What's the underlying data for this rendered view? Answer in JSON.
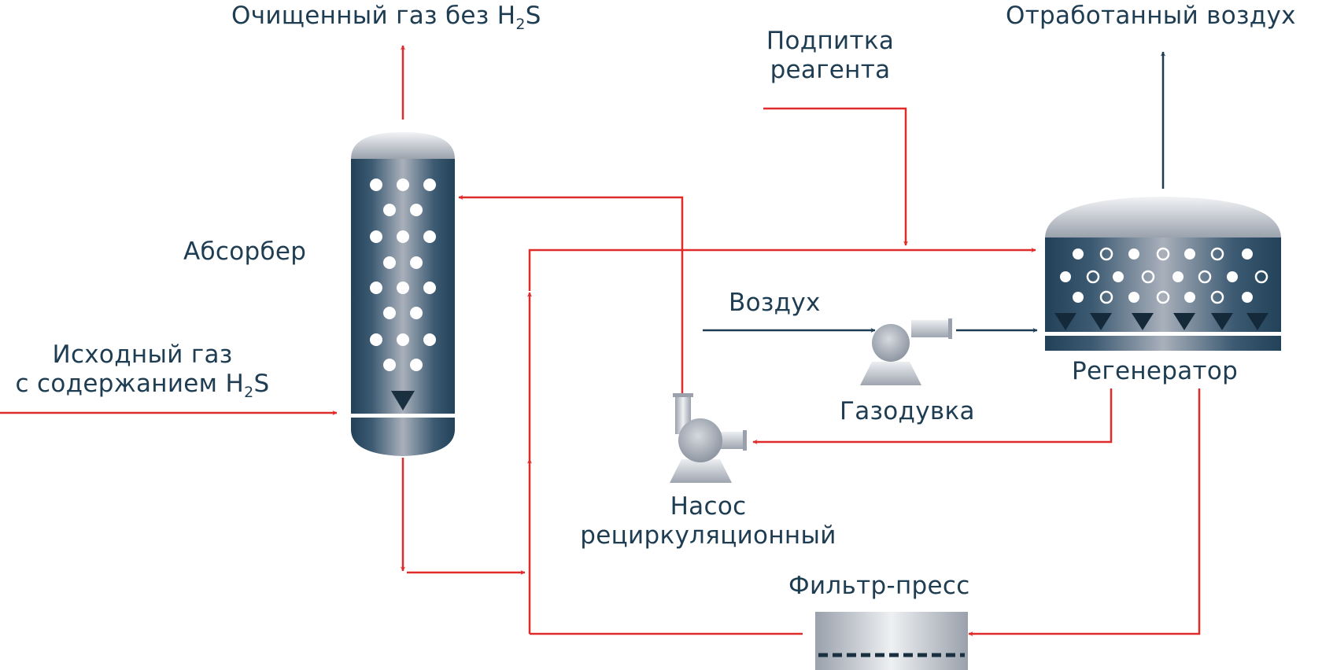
{
  "labels": {
    "clean_gas_main": "Очищенный газ без H",
    "clean_gas_sub": "2",
    "clean_gas_tail": "S",
    "spent_air": "Отработанный воздух",
    "reagent_line1": "Подпитка",
    "reagent_line2": "реагента",
    "absorber": "Абсорбер",
    "air": "Воздух",
    "regenerator": "Регенератор",
    "feed_gas_line1": "Исходный газ",
    "feed_gas_line2_main": "с содержанием H",
    "feed_gas_line2_sub": "2",
    "feed_gas_line2_tail": "S",
    "blower": "Газодувка",
    "pump_line1": "Насос",
    "pump_line2": "рециркуляционный",
    "filter_press": "Фильтр-пресс"
  },
  "colors": {
    "liquid_stream": "#e02b2b",
    "gas_stream": "#1f3d52",
    "vessel_dark": "#1f3d52",
    "vessel_light": "#b9bec6",
    "label_text": "#1f3d52"
  },
  "icons": {
    "absorber": "absorber-column-icon",
    "regenerator": "regenerator-tank-icon",
    "blower": "blower-icon",
    "pump": "pump-icon",
    "filter_press": "filter-press-icon"
  }
}
